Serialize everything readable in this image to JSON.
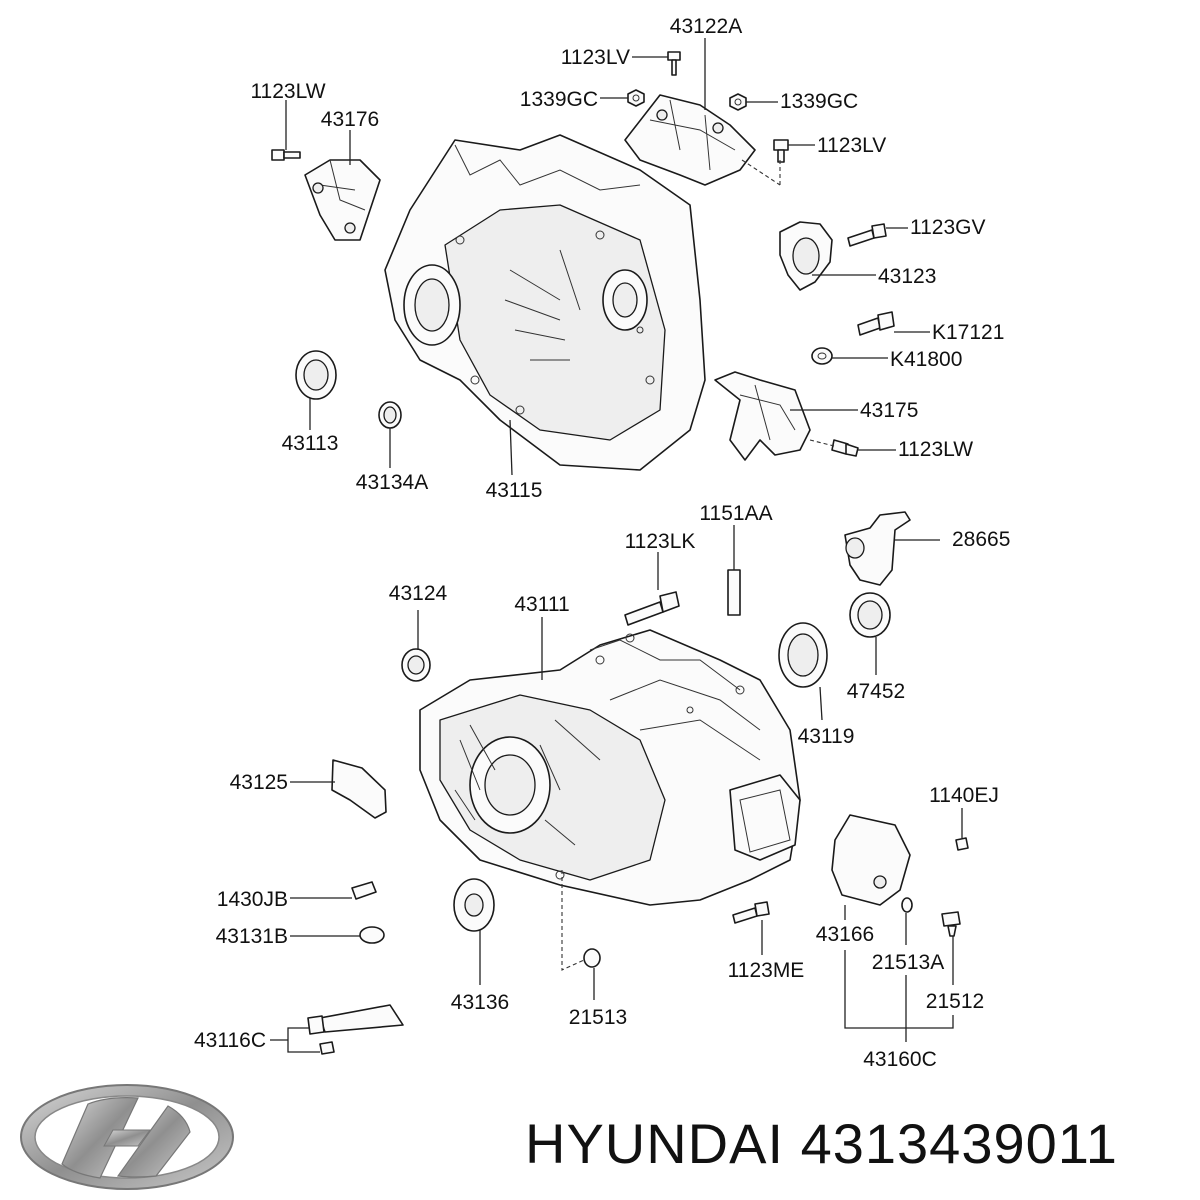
{
  "diagram": {
    "labels": {
      "p43122A": "43122A",
      "p1123LV_a": "1123LV",
      "p1339GC_a": "1339GC",
      "p1339GC_b": "1339GC",
      "p1123LV_b": "1123LV",
      "p1123LW_a": "1123LW",
      "p43176": "43176",
      "p1123GV": "1123GV",
      "p43123": "43123",
      "pK17121": "K17121",
      "pK41800": "K41800",
      "p43175": "43175",
      "p1123LW_b": "1123LW",
      "p43113": "43113",
      "p43134A": "43134A",
      "p43115": "43115",
      "p1151AA": "1151AA",
      "p1123LK": "1123LK",
      "p28665": "28665",
      "p43124": "43124",
      "p43111": "43111",
      "p47452": "47452",
      "p43119": "43119",
      "p43125": "43125",
      "p1140EJ": "1140EJ",
      "p1430JB": "1430JB",
      "p43131B": "43131B",
      "p43166": "43166",
      "p1123ME": "1123ME",
      "p21513A": "21513A",
      "p43136": "43136",
      "p21513": "21513",
      "p21512": "21512",
      "p43116C": "43116C",
      "p43160C": "43160C"
    }
  },
  "footer": {
    "brand": "HYUNDAI",
    "part_number": "4313439011"
  },
  "logo": {
    "name": "hyundai-logo",
    "color": "#9a9a9a"
  }
}
